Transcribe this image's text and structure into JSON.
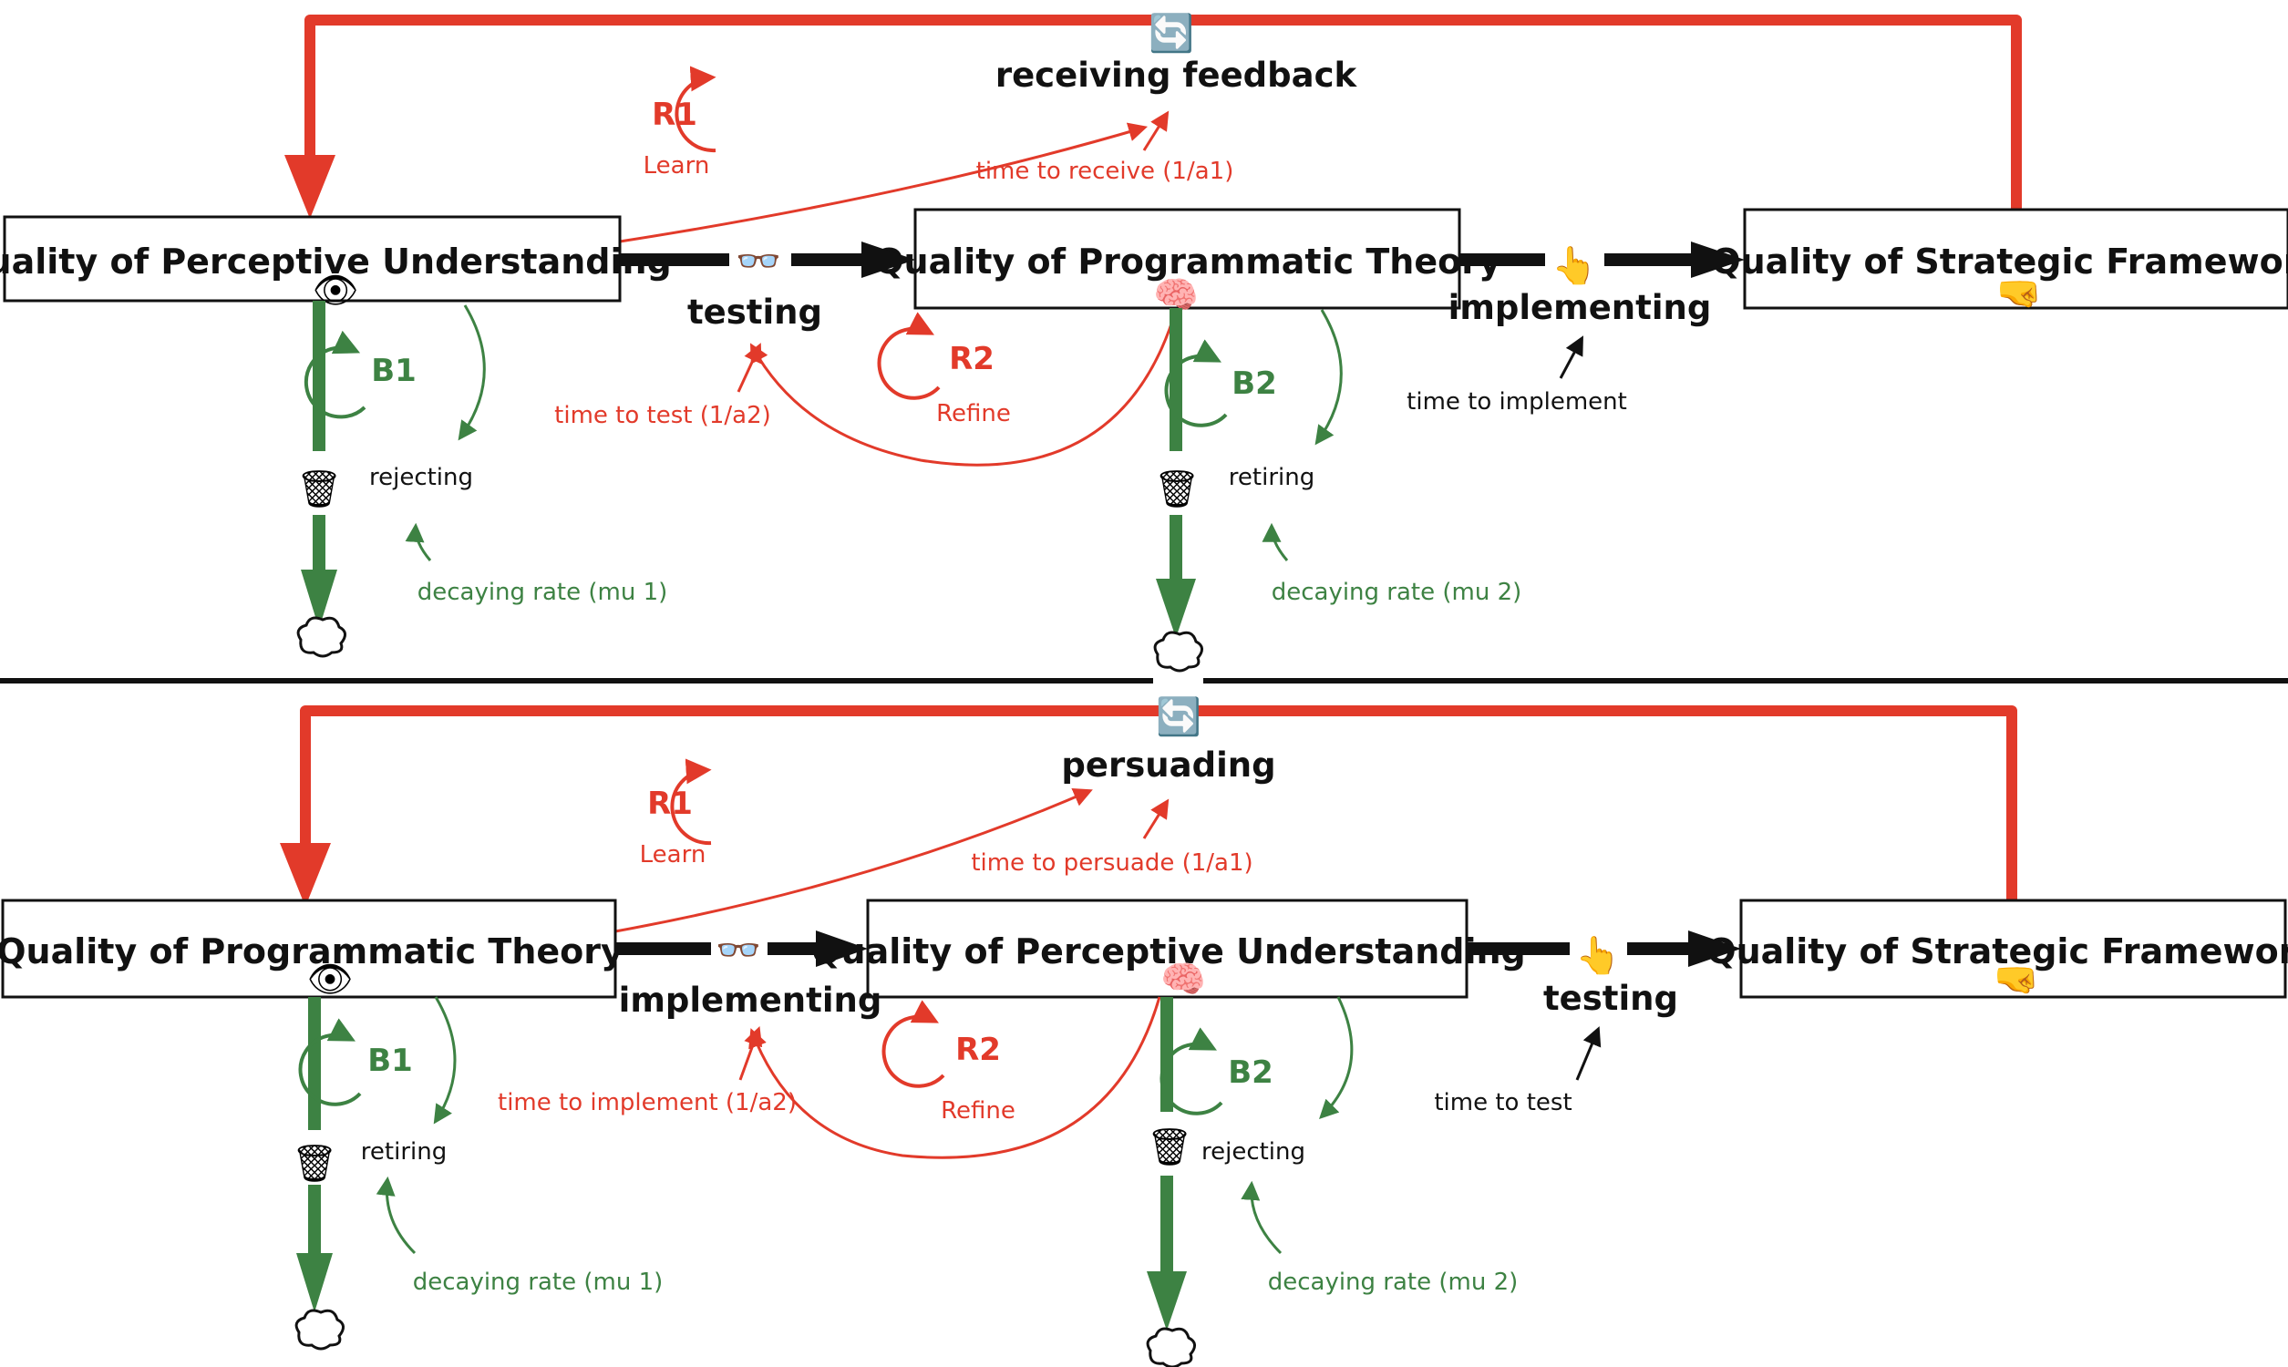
{
  "panels": [
    {
      "stock_left": "Quality of Perceptive Understanding",
      "stock_middle": "Quality of Programmatic Theory",
      "stock_right": "Quality of Strategic Framework",
      "top_flow_label": "receiving feedback",
      "left_flow_label": "testing",
      "right_flow_label": "implementing",
      "r1": {
        "id": "R1",
        "label": "Learn"
      },
      "r2": {
        "id": "R2",
        "label": "Refine"
      },
      "b1": {
        "id": "B1"
      },
      "b2": {
        "id": "B2"
      },
      "time_receive_label": "time to receive (1/a1)",
      "time_left_flow_label": "time to test (1/a2)",
      "time_right_flow_label": "time to implement",
      "outflow_left_label": "rejecting",
      "outflow_right_label": "retiring",
      "decay_left_label": "decaying rate (mu 1)",
      "decay_right_label": "decaying rate (mu 2)"
    },
    {
      "stock_left": "Quality of Programmatic Theory",
      "stock_middle": "Quality of Perceptive Understanding",
      "stock_right": "Quality of Strategic Framework",
      "top_flow_label": "persuading",
      "left_flow_label": "implementing",
      "right_flow_label": "testing",
      "r1": {
        "id": "R1",
        "label": "Learn"
      },
      "r2": {
        "id": "R2",
        "label": "Refine"
      },
      "b1": {
        "id": "B1"
      },
      "b2": {
        "id": "B2"
      },
      "time_receive_label": "time to persuade (1/a1)",
      "time_left_flow_label": "time to implement (1/a2)",
      "time_right_flow_label": "time to test",
      "outflow_left_label": "retiring",
      "outflow_right_label": "rejecting",
      "decay_left_label": "decaying rate (mu 1)",
      "decay_right_label": "decaying rate (mu 2)"
    }
  ],
  "icons": {
    "refresh": "🔄",
    "glasses": "👓",
    "pointing_hand": "👆",
    "eye": "👁",
    "brain": "🧠",
    "fist_hand": "🤜",
    "wastebasket": "🗑"
  },
  "colors": {
    "reinforcing": "#e23a2a",
    "balancing": "#3d8243",
    "flow": "#111111",
    "stock_border": "#111111",
    "background": "#ffffff"
  }
}
